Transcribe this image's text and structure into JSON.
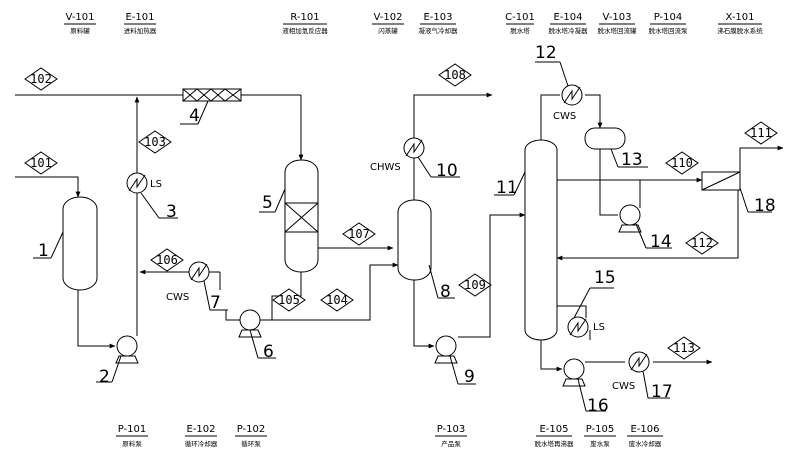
{
  "equipment_legend_top": [
    {
      "code": "V-101",
      "name": "原料罐"
    },
    {
      "code": "E-101",
      "name": "进料加热器"
    },
    {
      "code": "R-101",
      "name": "液相加氢反应器"
    },
    {
      "code": "V-102",
      "name": "闪蒸罐"
    },
    {
      "code": "E-103",
      "name": "凝液气冷却器"
    },
    {
      "code": "C-101",
      "name": "脱水塔"
    },
    {
      "code": "E-104",
      "name": "脱水塔冷凝器"
    },
    {
      "code": "V-103",
      "name": "脱水塔回流罐"
    },
    {
      "code": "P-104",
      "name": "脱水塔回流泵"
    },
    {
      "code": "X-101",
      "name": "沸石膜脱水系统"
    }
  ],
  "equipment_legend_bottom": [
    {
      "code": "P-101",
      "name": "原料泵"
    },
    {
      "code": "E-102",
      "name": "循环冷却器"
    },
    {
      "code": "P-102",
      "name": "循环泵"
    },
    {
      "code": "P-103",
      "name": "产品泵"
    },
    {
      "code": "E-105",
      "name": "脱水塔再沸器"
    },
    {
      "code": "P-105",
      "name": "废水泵"
    },
    {
      "code": "E-106",
      "name": "废水冷却器"
    }
  ],
  "stream_tags": [
    "101",
    "102",
    "103",
    "104",
    "105",
    "106",
    "107",
    "108",
    "109",
    "110",
    "111",
    "112",
    "113"
  ],
  "equipment_numbers": [
    "1",
    "2",
    "3",
    "4",
    "5",
    "6",
    "7",
    "8",
    "9",
    "10",
    "11",
    "12",
    "13",
    "14",
    "15",
    "16",
    "17",
    "18"
  ],
  "utilities": {
    "ls": "LS",
    "cws": "CWS",
    "chws": "CHWS"
  }
}
